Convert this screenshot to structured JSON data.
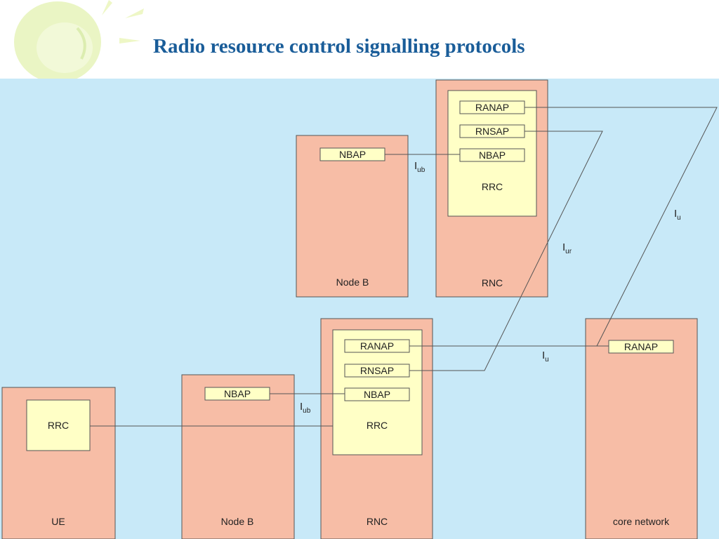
{
  "title": "Radio resource control signalling protocols",
  "colors": {
    "background": "#c8e9f8",
    "node_fill": "#f7bda6",
    "inner_fill": "#ffffc6",
    "line": "#555555",
    "title": "#1a5d99",
    "logo_sun": "#e8f3c0"
  },
  "nodes": {
    "ue": {
      "label": "UE",
      "rrc": "RRC"
    },
    "node_b_lower": {
      "label": "Node B",
      "nbap": "NBAP"
    },
    "rnc_lower": {
      "label": "RNC",
      "ranap": "RANAP",
      "rnsap": "RNSAP",
      "nbap": "NBAP",
      "rrc": "RRC"
    },
    "node_b_upper": {
      "label": "Node B",
      "nbap": "NBAP"
    },
    "rnc_upper": {
      "label": "RNC",
      "ranap": "RANAP",
      "rnsap": "RNSAP",
      "nbap": "NBAP",
      "rrc": "RRC"
    },
    "core_network": {
      "label": "core network",
      "ranap": "RANAP"
    }
  },
  "interfaces": {
    "iub_main": "I",
    "iub_sub": "ub",
    "iu_main": "I",
    "iu_sub": "u",
    "iur_main": "I",
    "iur_sub": "ur"
  }
}
